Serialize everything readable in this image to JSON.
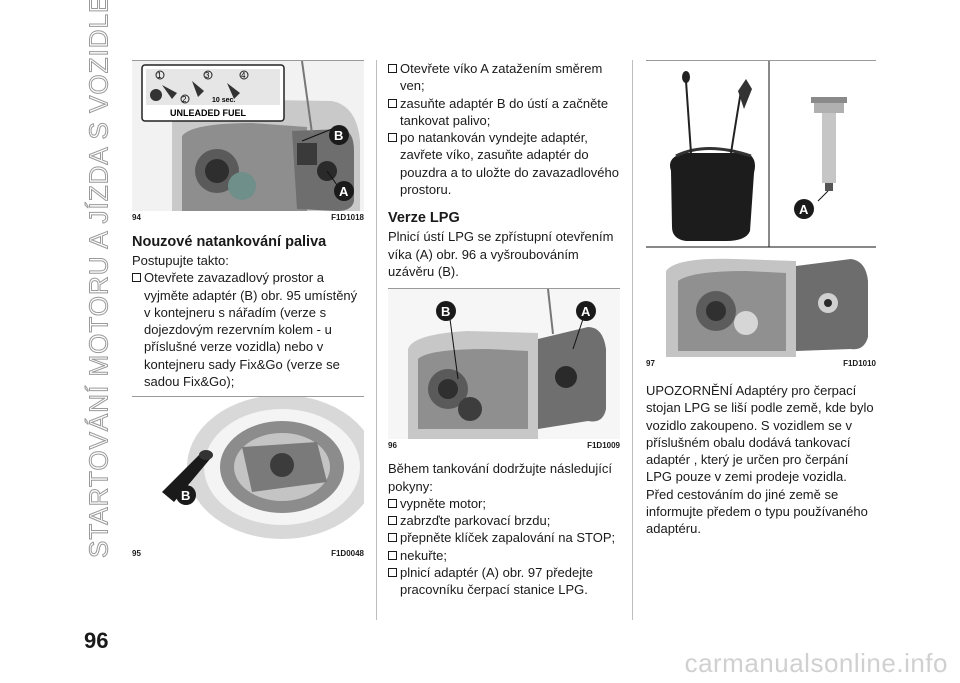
{
  "side_title": "STARTOVÁNÍ MOTORU A JÍZDA S VOZIDLEM",
  "page_number": "96",
  "watermark": "carmanualsonline.info",
  "fig94": {
    "num": "94",
    "code": "F1D1018",
    "label_unleaded": "UNLEADED FUEL",
    "label_sec": "10 sec.",
    "steps": [
      "1",
      "2",
      "3",
      "4"
    ],
    "label_a": "A",
    "label_b": "B"
  },
  "section1": {
    "heading": "Nouzové natankování paliva",
    "intro": "Postupujte takto:",
    "bullets": [
      "Otevřete zavazadlový prostor a vyjměte adaptér (B) obr. 95 umístěný v kontejneru s nářadím (verze s dojezdovým rezervním kolem - u příslušné verze vozidla) nebo v kontejneru sady Fix&Go (verze se sadou Fix&Go);"
    ]
  },
  "fig95": {
    "num": "95",
    "code": "F1D0048",
    "label_b": "B"
  },
  "col2_bullets": [
    "Otevřete víko A zatažením směrem ven;",
    "zasuňte adaptér B do ústí a začněte tankovat palivo;",
    "po natankován vyndejte adaptér, zavřete víko, zasuňte adaptér do pouzdra a to uložte do zavazadlového prostoru."
  ],
  "section2": {
    "heading": "Verze LPG",
    "text": "Plnicí ústí LPG se zpřístupní otevřením víka (A) obr. 96 a vyšroubováním uzávěru (B)."
  },
  "fig96": {
    "num": "96",
    "code": "F1D1009",
    "label_a": "A",
    "label_b": "B"
  },
  "section3": {
    "intro": "Během tankování dodržujte následující pokyny:",
    "bullets": [
      "vypněte motor;",
      "zabrzďte parkovací brzdu;",
      "přepněte klíček zapalování na STOP;",
      "nekuřte;",
      "plnicí adaptér (A) obr. 97 předejte pracovníku čerpací stanice LPG."
    ]
  },
  "fig97": {
    "num": "97",
    "code": "F1D1010",
    "label_a": "A"
  },
  "warning": {
    "text": "UPOZORNĚNÍ Adaptéry pro čerpací stojan LPG se liší podle země, kde bylo vozidlo zakoupeno. S vozidlem se v příslušném obalu dodává tankovací adaptér , který je určen pro čerpání LPG pouze v zemi prodeje vozidla. Před cestováním do jiné země se informujte předem o typu používaného adaptéru."
  }
}
